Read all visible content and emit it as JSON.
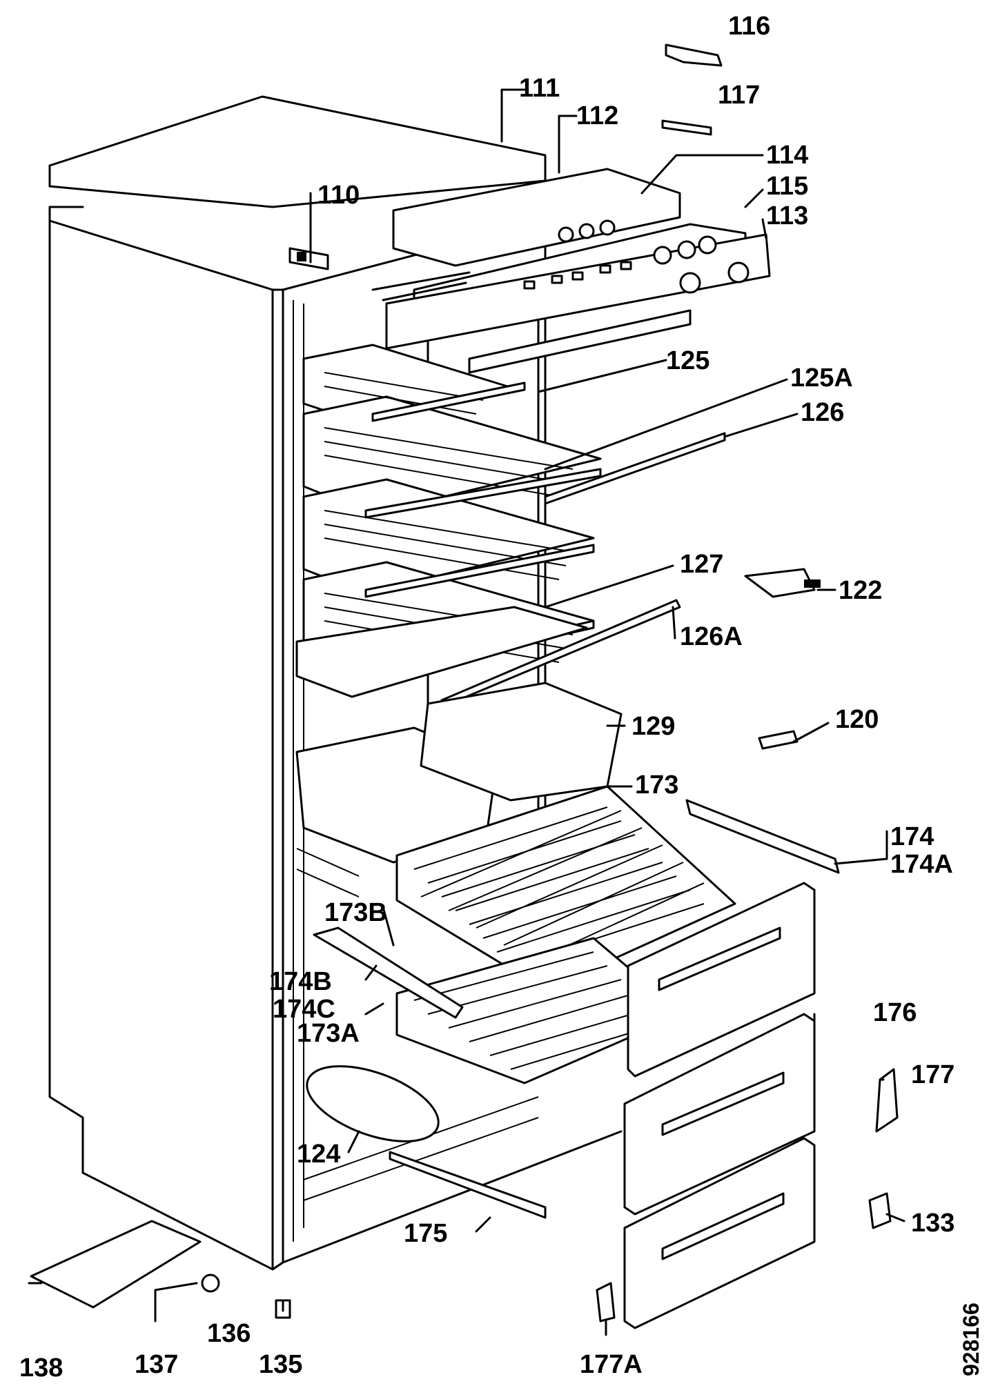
{
  "document_code": "928166",
  "callouts": [
    {
      "id": "c116",
      "label": "116"
    },
    {
      "id": "c117",
      "label": "117"
    },
    {
      "id": "c111",
      "label": "111"
    },
    {
      "id": "c112",
      "label": "112"
    },
    {
      "id": "c114",
      "label": "114"
    },
    {
      "id": "c110",
      "label": "110"
    },
    {
      "id": "c115",
      "label": "115"
    },
    {
      "id": "c113",
      "label": "113"
    },
    {
      "id": "c125",
      "label": "125"
    },
    {
      "id": "c125A",
      "label": "125A"
    },
    {
      "id": "c126",
      "label": "126"
    },
    {
      "id": "c127",
      "label": "127"
    },
    {
      "id": "c122",
      "label": "122"
    },
    {
      "id": "c126A",
      "label": "126A"
    },
    {
      "id": "c129",
      "label": "129"
    },
    {
      "id": "c120",
      "label": "120"
    },
    {
      "id": "c173",
      "label": "173"
    },
    {
      "id": "c174",
      "label": "174"
    },
    {
      "id": "c174A",
      "label": "174A"
    },
    {
      "id": "c173B",
      "label": "173B"
    },
    {
      "id": "c174B",
      "label": "174B"
    },
    {
      "id": "c174C",
      "label": "174C"
    },
    {
      "id": "c173A",
      "label": "173A"
    },
    {
      "id": "c176",
      "label": "176"
    },
    {
      "id": "c177",
      "label": "177"
    },
    {
      "id": "c124",
      "label": "124"
    },
    {
      "id": "c133",
      "label": "133"
    },
    {
      "id": "c175",
      "label": "175"
    },
    {
      "id": "c136",
      "label": "136"
    },
    {
      "id": "c138",
      "label": "138"
    },
    {
      "id": "c137",
      "label": "137"
    },
    {
      "id": "c135",
      "label": "135"
    },
    {
      "id": "c177A",
      "label": "177A"
    }
  ]
}
